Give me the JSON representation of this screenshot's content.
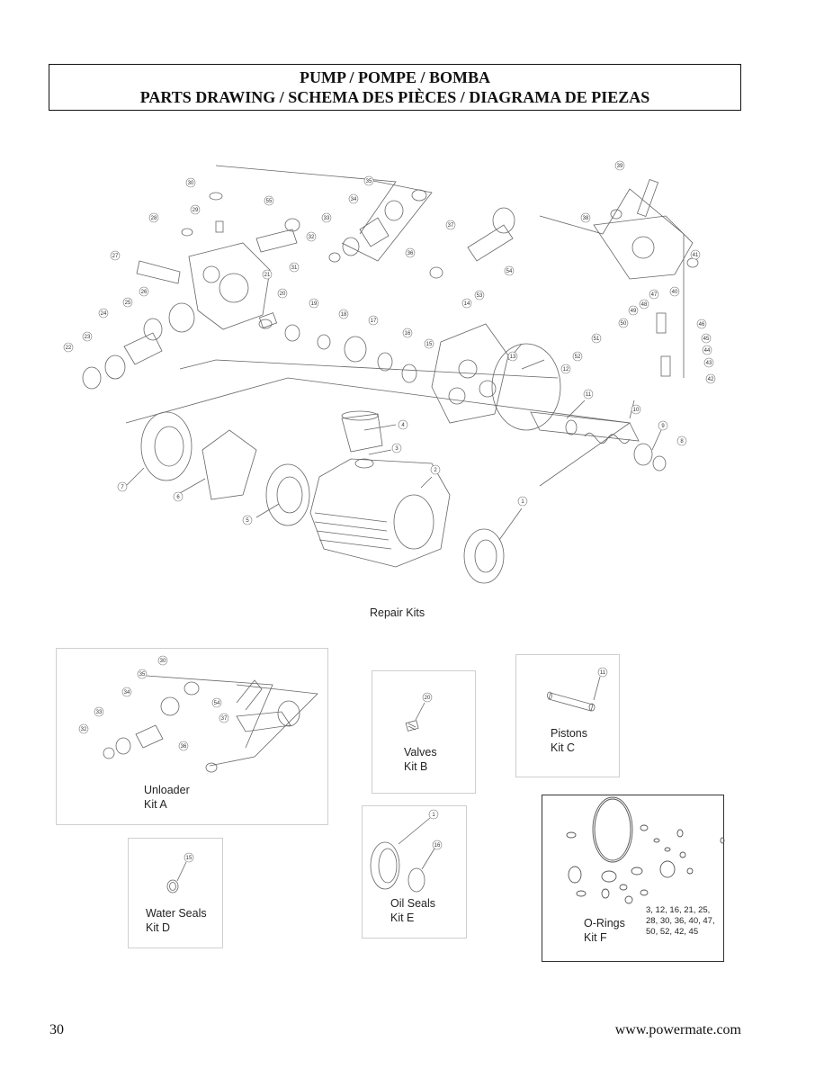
{
  "title": {
    "line1": "PUMP / POMPE / BOMBA",
    "line2": "PARTS DRAWING / SCHEMA DES PIÈCES / DIAGRAMA DE PIEZAS"
  },
  "callouts": [
    "1",
    "2",
    "3",
    "4",
    "5",
    "6",
    "7",
    "8",
    "9",
    "10",
    "11",
    "12",
    "13",
    "14",
    "15",
    "16",
    "17",
    "18",
    "19",
    "20",
    "21",
    "22",
    "23",
    "24",
    "25",
    "26",
    "27",
    "28",
    "29",
    "30",
    "31",
    "32",
    "33",
    "34",
    "35",
    "36",
    "37",
    "38",
    "39",
    "40",
    "41",
    "42",
    "43",
    "44",
    "45",
    "46",
    "47",
    "48",
    "49",
    "50",
    "51",
    "52",
    "53",
    "54",
    "55"
  ],
  "repair_kits_label": "Repair Kits",
  "kits": {
    "a": {
      "name": "Unloader",
      "kit": "Kit A",
      "callouts": [
        "30",
        "35",
        "34",
        "33",
        "32",
        "54",
        "37",
        "36"
      ]
    },
    "b": {
      "name": "Valves",
      "kit": "Kit B",
      "callouts": [
        "20"
      ]
    },
    "c": {
      "name": "Pistons",
      "kit": "Kit C",
      "callouts": [
        "11"
      ]
    },
    "d": {
      "name": "Water Seals",
      "kit": "Kit D",
      "callouts": [
        "15"
      ]
    },
    "e": {
      "name": "Oil Seals",
      "kit": "Kit E",
      "callouts": [
        "1",
        "16"
      ]
    },
    "f": {
      "name": "O-Rings",
      "kit": "Kit F",
      "parts_line1": "3, 12, 16, 21, 25,",
      "parts_line2": "28, 30, 36, 40, 47,",
      "parts_line3": "50, 52, 42, 45"
    }
  },
  "footer": {
    "page_number": "30",
    "website": "www.powermate.com"
  }
}
